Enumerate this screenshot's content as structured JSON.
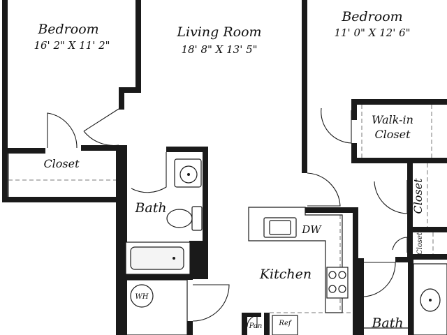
{
  "rooms": {
    "bedroom_left": {
      "name": "Bedroom",
      "dims": "16' 2\" X 11' 2\""
    },
    "living_room": {
      "name": "Living Room",
      "dims": "18' 8\" X 13' 5\""
    },
    "bedroom_right": {
      "name": "Bedroom",
      "dims": "11' 0\" X 12' 6\""
    },
    "closet_left": {
      "name": "Closet"
    },
    "walk_in_closet": {
      "line1": "Walk-in",
      "line2": "Closet"
    },
    "closet_right": {
      "name": "Closet"
    },
    "closet_small": {
      "name": "Closet"
    },
    "bath_left": {
      "name": "Bath"
    },
    "bath_right": {
      "name": "Bath"
    },
    "kitchen": {
      "name": "Kitchen"
    }
  },
  "fixtures": {
    "dishwasher": "DW",
    "water_heater": "WH",
    "pantry": "Pan",
    "refrigerator": "Ref"
  },
  "colors": {
    "wall": "#1a1a1a",
    "background": "#ffffff"
  }
}
